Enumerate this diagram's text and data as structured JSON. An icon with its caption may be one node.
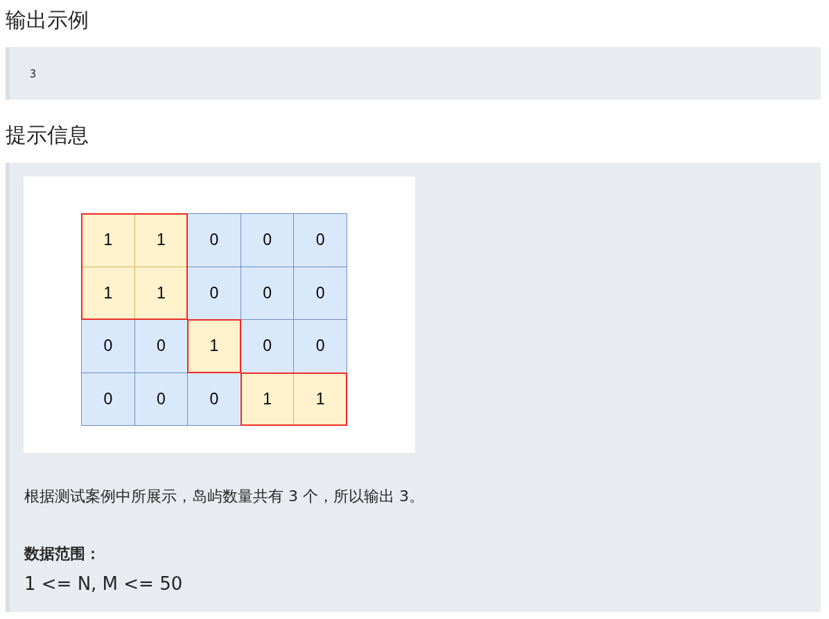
{
  "diagram": {
    "labels": [
      "输出示例",
      "3",
      "提示信息",
      "1",
      "1",
      "0",
      "0",
      "0",
      "1",
      "1",
      "0",
      "0",
      "0",
      "0",
      "0",
      "1",
      "0",
      "0",
      "0",
      "0",
      "0",
      "1",
      "1",
      "根据测试案例中所展示，岛屿数量共有 3 个，所以输出 3。",
      "数据范围：",
      "1 <= N, M <= 50"
    ]
  }
}
